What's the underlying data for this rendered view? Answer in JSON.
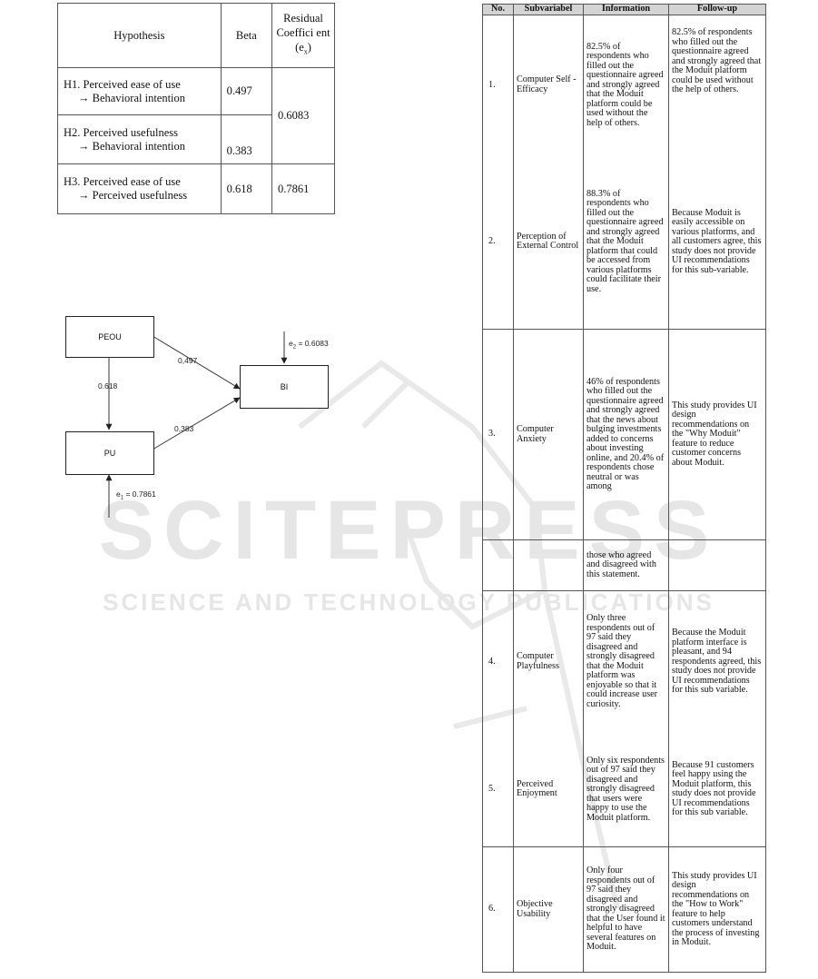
{
  "hypothesis_table": {
    "headers": {
      "hypothesis": "Hypothesis",
      "beta": "Beta",
      "residual": "Residual Coeffici ent (e",
      "residual_sub": "x",
      "residual_close": ")"
    },
    "rows": [
      {
        "line1": "H1. Perceived ease of use",
        "line2": "→ Behavioral intention",
        "beta": "0.497"
      },
      {
        "line1": "H2. Perceived usefulness",
        "line2": "→ Behavioral intention",
        "beta": "0.383"
      },
      {
        "line1": "H3. Perceived ease of use",
        "line2": "→ Perceived usefulness",
        "beta": "0.618"
      }
    ],
    "residual_h1_h2": "0.6083",
    "residual_h3": "0.7861"
  },
  "diagram": {
    "nodes": {
      "peou": "PEOU",
      "pu": "PU",
      "bi": "BI"
    },
    "paths": {
      "peou_bi": "0,497",
      "pu_bi": "0,383",
      "peou_pu": "0.618"
    },
    "e2_label": "e",
    "e2_sub": "2",
    "e2_value": " = 0.6083",
    "e1_label": "e",
    "e1_sub": "1",
    "e1_value": " = 0.7861"
  },
  "subvariable_table": {
    "headers": {
      "no": "No.",
      "sub": "Subvariabel",
      "info": "Information",
      "follow": "Follow-up"
    },
    "rows": [
      {
        "no": "1.",
        "sub": "Computer Self - Efficacy",
        "info": "82.5% of respondents who filled out the questionnaire agreed and strongly agreed that the Moduit platform could be used without the help of others.",
        "follow": "82.5% of respondents who filled out the questionnaire agreed and strongly agreed that the Moduit platform could be used without the help of others."
      },
      {
        "no": "2.",
        "sub": "Perception of External Control",
        "info": "88.3% of respondents who filled out the questionnaire agreed and strongly agreed that the Moduit platform that could be accessed from various platforms could facilitate their use.",
        "follow": "Because Moduit is easily accessible on various platforms, and all customers agree, this study does not provide UI recommendations for this sub-variable."
      },
      {
        "no": "3.",
        "sub": "Computer Anxiety",
        "info": "46% of respondents who filled out the questionnaire agreed and strongly agreed that the news about bulging investments added to concerns about investing online, and 20.4% of respondents chose neutral or was among",
        "info_cont": "those who agreed and disagreed with this statement.",
        "follow": "This study provides UI design recommendations on the \"Why Moduit\" feature to reduce customer concerns about Moduit."
      },
      {
        "no": "4.",
        "sub": "Computer Playfulness",
        "info": "Only three respondents out of 97 said they disagreed and strongly disagreed that the Moduit platform was enjoyable so that it could increase user curiosity.",
        "follow": "Because the Moduit platform interface is pleasant, and 94 respondents agreed, this study does not provide UI recommendations for this sub variable."
      },
      {
        "no": "5.",
        "sub": "Perceived Enjoyment",
        "info": "Only six respondents out of 97 said they disagreed and strongly disagreed that users were happy to use the Moduit platform.",
        "follow": "Because 91 customers feel happy using the Moduit platform, this study does not provide UI recommendations for this sub variable."
      },
      {
        "no": "6.",
        "sub": "Objective Usability",
        "info": "Only four respondents out of 97 said they disagreed and strongly disagreed that the User found it helpful to have several features on Moduit.",
        "follow": "This study provides UI design recommendations on the \"How to Work\" feature to help customers understand the process of investing in Moduit."
      }
    ]
  },
  "watermark": {
    "line1": "SCITEPRESS",
    "line2": "SCIENCE AND TECHNOLOGY PUBLICATIONS",
    "color": "#e6e6e6"
  }
}
